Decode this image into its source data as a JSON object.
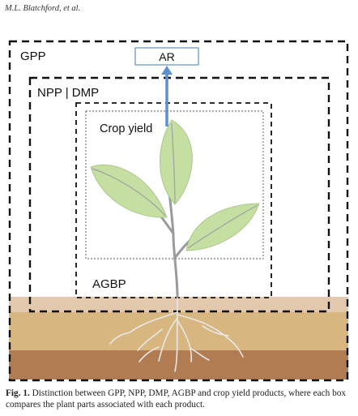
{
  "header": {
    "authors": "M.L. Blatchford, et al."
  },
  "figure": {
    "labels": {
      "gpp": "GPP",
      "npp_dmp": "NPP | DMP",
      "crop_yield": "Crop yield",
      "agbp": "AGBP",
      "ar": "AR"
    }
  },
  "caption": {
    "label": "Fig. 1.",
    "text": " Distinction between GPP, NPP, DMP, AGBP and crop yield products, where each box compares the plant parts associated with each product."
  }
}
